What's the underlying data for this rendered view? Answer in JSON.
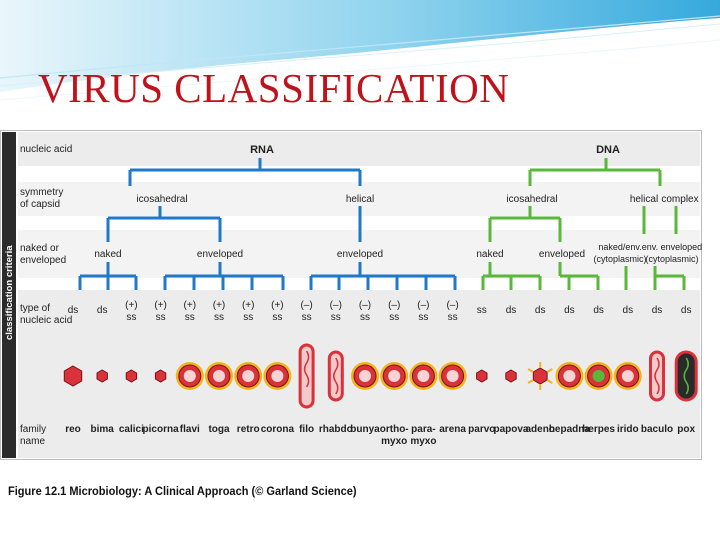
{
  "slide": {
    "title": "VIRUS CLASSIFICATION",
    "caption": "Figure 12.1  Microbiology: A Clinical Approach (© Garland Science)"
  },
  "figure": {
    "side_label": "classification criteria",
    "row_labels": {
      "nucleic_acid": "nucleic acid",
      "symmetry": [
        "symmetry",
        "of capsid"
      ],
      "naked": [
        "naked or",
        "enveloped"
      ],
      "type": [
        "type of",
        "nucleic acid"
      ],
      "family": [
        "family",
        "name"
      ]
    },
    "level1": {
      "rna": "RNA",
      "dna": "DNA"
    },
    "level2": {
      "rna_icosahedral": "icosahedral",
      "rna_helical": "helical",
      "dna_icosahedral": "icosahedral",
      "dna_helical": "helical",
      "dna_complex": "complex"
    },
    "level3": {
      "rna_naked": "naked",
      "rna_enveloped_ico": "enveloped",
      "rna_enveloped_hel": "enveloped",
      "dna_naked": "naked",
      "dna_enveloped": "enveloped",
      "dna_naked_env": [
        "naked/env.",
        "(cytoplasmic)"
      ],
      "dna_env_cyto": [
        "env. enveloped",
        "(cytoplasmic)"
      ]
    },
    "families": [
      {
        "name": "reo",
        "type": "ds",
        "group": "rna"
      },
      {
        "name": "bima",
        "type": "ds",
        "group": "rna"
      },
      {
        "name": "calici",
        "type": "(+) ss",
        "group": "rna"
      },
      {
        "name": "picorna",
        "type": "(+) ss",
        "group": "rna"
      },
      {
        "name": "flavi",
        "type": "(+) ss",
        "group": "rna"
      },
      {
        "name": "toga",
        "type": "(+) ss",
        "group": "rna"
      },
      {
        "name": "retro",
        "type": "(+) ss",
        "group": "rna"
      },
      {
        "name": "corona",
        "type": "(+) ss",
        "group": "rna"
      },
      {
        "name": "filo",
        "type": "(–) ss",
        "group": "rna"
      },
      {
        "name": "rhabdo",
        "type": "(–) ss",
        "group": "rna"
      },
      {
        "name": "bunya",
        "type": "(–) ss",
        "group": "rna"
      },
      {
        "name": "ortho- myxo",
        "type": "(–) ss",
        "group": "rna"
      },
      {
        "name": "para- myxo",
        "type": "(–) ss",
        "group": "rna"
      },
      {
        "name": "arena",
        "type": "(–) ss",
        "group": "rna"
      },
      {
        "name": "parvo",
        "type": "ss",
        "group": "dna"
      },
      {
        "name": "papova",
        "type": "ds",
        "group": "dna"
      },
      {
        "name": "adeno",
        "type": "ds",
        "group": "dna"
      },
      {
        "name": "hepadna",
        "type": "ds",
        "group": "dna"
      },
      {
        "name": "herpes",
        "type": "ds",
        "group": "dna"
      },
      {
        "name": "irido",
        "type": "ds",
        "group": "dna"
      },
      {
        "name": "baculo",
        "type": "ds",
        "group": "dna"
      },
      {
        "name": "pox",
        "type": "ds",
        "group": "dna"
      }
    ],
    "colors": {
      "rna_branch": "#1f78c8",
      "dna_branch": "#58b83a",
      "side_bar": "#2b2b2b",
      "row_shade": "#e6e6e6",
      "virus_red": "#d9323a",
      "virus_yellow": "#f2b31b"
    }
  }
}
